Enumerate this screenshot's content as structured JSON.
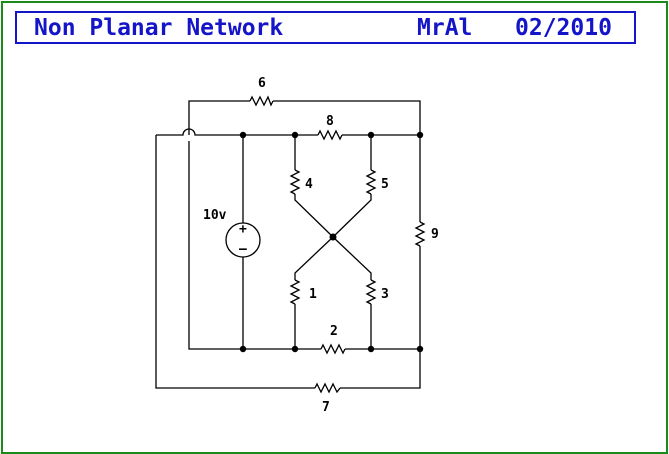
{
  "title": {
    "name": "Non Planar Network",
    "author": "MrAl",
    "date": "02/2010"
  },
  "colors": {
    "frame_border": "#1a8a1a",
    "title_border": "#1414c8",
    "title_text": "#1414c8",
    "wire": "#000000"
  },
  "source": {
    "label": "10v",
    "plus": "+",
    "minus": "–"
  },
  "resistors": {
    "r1": "1",
    "r2": "2",
    "r3": "3",
    "r4": "4",
    "r5": "5",
    "r6": "6",
    "r7": "7",
    "r8": "8",
    "r9": "9"
  }
}
